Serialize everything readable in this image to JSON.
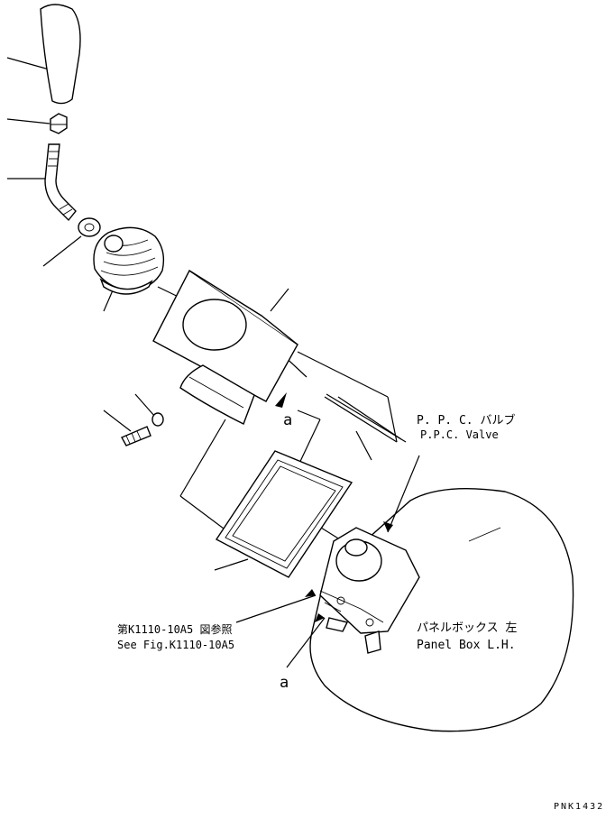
{
  "labels": {
    "ppc_valve_jp": "P. P. C. バルブ",
    "ppc_valve_en": "P.P.C. Valve",
    "panel_box_jp": "パネルボックス 左",
    "panel_box_en": "Panel Box L.H.",
    "see_fig_jp": "第K1110-10A5 図参照",
    "see_fig_en": "See Fig.K1110-10A5",
    "ref_a_upper": "a",
    "ref_a_lower": "a",
    "drawing_number": "PNK1432"
  }
}
